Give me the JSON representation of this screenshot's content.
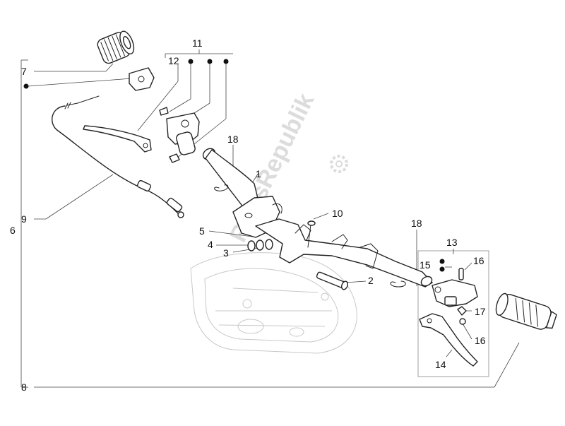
{
  "watermark": "PartsRepublik",
  "callouts": {
    "c1": "1",
    "c2": "2",
    "c3": "3",
    "c4": "4",
    "c5": "5",
    "c6": "6",
    "c7": "7",
    "c8": "8",
    "c9": "9",
    "c10": "10",
    "c11": "11",
    "c12": "12",
    "c13": "13",
    "c14": "14",
    "c15": "15",
    "c16a": "16",
    "c16b": "16",
    "c17": "17",
    "c18a": "18",
    "c18b": "18"
  }
}
